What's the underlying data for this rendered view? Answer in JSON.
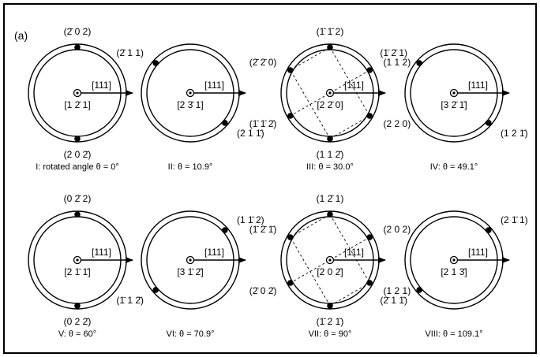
{
  "figure": {
    "panel_label": "(a)"
  },
  "diagrams": [
    {
      "caption": "I: rotated angle θ = 0°",
      "axis_label": "[111]",
      "center_label": "[1 2̄ 1]",
      "points": [
        {
          "label": "(2̄ 0 2)",
          "angle_deg": 0
        },
        {
          "label": "(2 0 2̄)",
          "angle_deg": 180
        }
      ],
      "square": false
    },
    {
      "caption": "II: θ = 10.9°",
      "axis_label": "[111]",
      "center_label": "[2 3̄ 1]",
      "points": [
        {
          "label": "(2̄ 1 1)",
          "angle_deg": -49.1
        },
        {
          "label": "(2 1 1̄)",
          "angle_deg": 130.9
        }
      ],
      "square": false
    },
    {
      "caption": "III: θ = 30.0°",
      "axis_label": "[111]",
      "center_label": "[2 2̄ 0]",
      "points": [
        {
          "label": "(1̄ 1̄ 2)",
          "angle_deg": 0
        },
        {
          "label": "(1 1 2)",
          "angle_deg": 60
        },
        {
          "label": "(2 2 0)",
          "angle_deg": 120
        },
        {
          "label": "(1 1 2̄)",
          "angle_deg": 180
        },
        {
          "label": "(1̄ 1̄ 2̄)",
          "angle_deg": 240
        },
        {
          "label": "(2̄ 2̄ 0)",
          "angle_deg": 300
        }
      ],
      "square": true
    },
    {
      "caption": "IV: θ = 49.1°",
      "axis_label": "[111]",
      "center_label": "[3 2̄ 1̄]",
      "points": [
        {
          "label": "(1̄ 2̄ 1)",
          "angle_deg": -49.1
        },
        {
          "label": "(1 2 1̄)",
          "angle_deg": 130.9
        }
      ],
      "square": false
    },
    {
      "caption": "V: θ = 60°",
      "axis_label": "[111]",
      "center_label": "[2 1̄ 1̄]",
      "points": [
        {
          "label": "(0 2̄ 2)",
          "angle_deg": 0
        },
        {
          "label": "(0 2 2̄)",
          "angle_deg": 180
        }
      ],
      "square": false
    },
    {
      "caption": "VI: θ = 70.9°",
      "axis_label": "[111]",
      "center_label": "[3 1̄ 2̄]",
      "points": [
        {
          "label": "(1 1̄ 2)",
          "angle_deg": 49.1
        },
        {
          "label": "(1̄ 1 2̄)",
          "angle_deg": 229.1
        }
      ],
      "square": false
    },
    {
      "caption": "VII: θ = 90°",
      "axis_label": "[111]",
      "center_label": "[2 0 2̄]",
      "points": [
        {
          "label": "(1 2̄ 1)",
          "angle_deg": 0
        },
        {
          "label": "(2 0 2)",
          "angle_deg": 60
        },
        {
          "label": "(1 2 1)",
          "angle_deg": 120
        },
        {
          "label": "(1̄ 2 1̄)",
          "angle_deg": 180
        },
        {
          "label": "(2̄ 0 2̄)",
          "angle_deg": 240
        },
        {
          "label": "(1̄ 2̄ 1̄)",
          "angle_deg": 300
        }
      ],
      "square": true
    },
    {
      "caption": "VIII: θ = 109.1°",
      "axis_label": "[111]",
      "center_label": "[2 1 3̄]",
      "points": [
        {
          "label": "(2 1̄ 1)",
          "angle_deg": 49.1
        },
        {
          "label": "(2̄ 1 1̄)",
          "angle_deg": 229.1
        }
      ],
      "square": false
    }
  ]
}
